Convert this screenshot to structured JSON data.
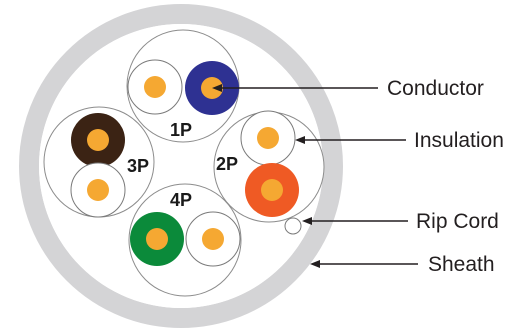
{
  "pairs": [
    {
      "label": "1P",
      "color_wire_color": "#2e3192"
    },
    {
      "label": "2P",
      "color_wire_color": "#ef5a24"
    },
    {
      "label": "3P",
      "color_wire_color": "#3b2314"
    },
    {
      "label": "4P",
      "color_wire_color": "#0b8a3a"
    }
  ],
  "callouts": {
    "conductor": "Conductor",
    "insulation": "Insulation",
    "rip_cord": "Rip Cord",
    "sheath": "Sheath"
  },
  "colors": {
    "sheath": "#d4d4d6",
    "conductor": "#f5a832",
    "pair_outline": "#8c8c8c",
    "leader_line": "#231f20"
  }
}
